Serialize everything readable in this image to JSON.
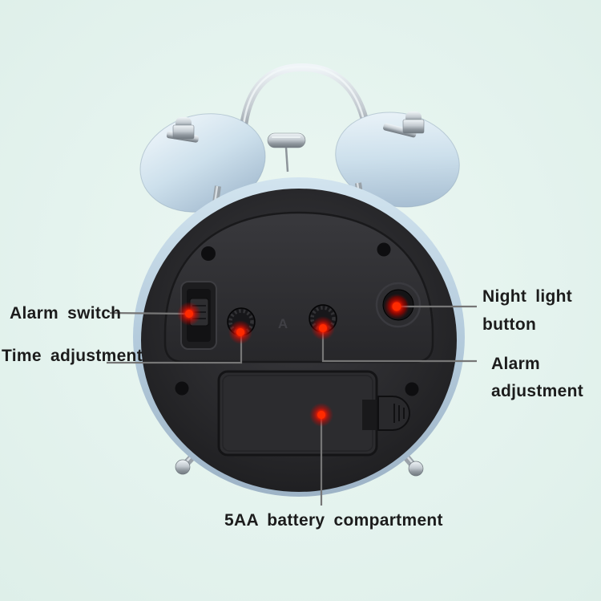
{
  "colors": {
    "background": "#e4f3ee",
    "marker_red": "#ff2400",
    "annotation_line": "#767676",
    "label_text": "#1c1c1c",
    "bell_blue": "#cde0ec",
    "back_black": "#2a2a2d"
  },
  "annotations": {
    "alarm_switch": {
      "label": "Alarm switch"
    },
    "time_adjustment": {
      "label": "Time adjustment"
    },
    "night_light_button": {
      "line1": "Night light",
      "line2": "button"
    },
    "alarm_adjustment": {
      "line1": "Alarm",
      "line2": "adjustment"
    },
    "battery_compartment": {
      "label": "5AA battery compartment"
    }
  },
  "clock": {
    "panel_marking": "A"
  }
}
